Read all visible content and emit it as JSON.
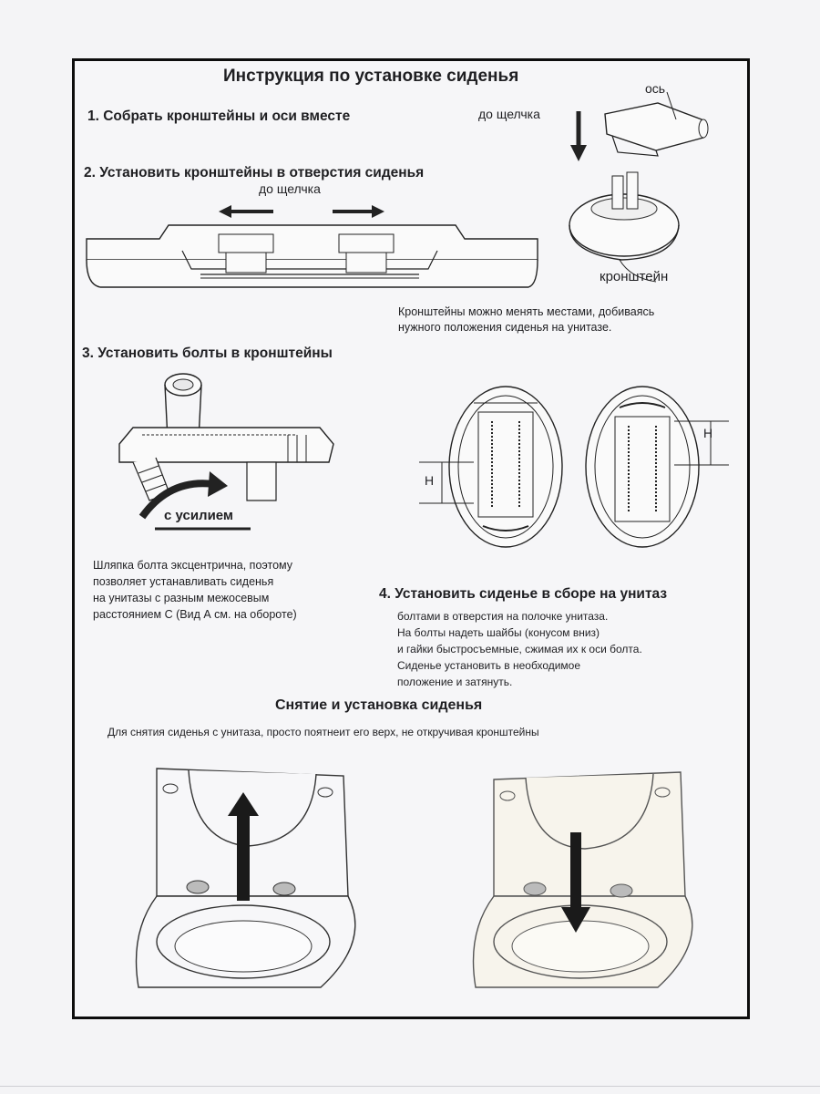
{
  "title": "Инструкция по установке сиденья",
  "steps": {
    "s1": "1. Собрать кронштейны и оси вместе",
    "s2": "2. Установить кронштейны в отверстия сиденья",
    "s3": "3. Установить болты в кронштейны",
    "s4": "4. Установить сиденье в сборе на унитаз"
  },
  "labels": {
    "do_shchelchka_top": "до щелчка",
    "os": "ось",
    "do_shchelchka_mid": "до щелчка",
    "kronshtein": "кронштейн",
    "s_usiliem": "с усилием",
    "h_left": "H",
    "h_right": "H"
  },
  "notes": {
    "swap_line1": "Кронштейны можно менять местами, добиваясь",
    "swap_line2": "нужного положения сиденья на унитазе.",
    "bolt_line1": "Шляпка болта эксцентрична, поэтому",
    "bolt_line2": "позволяет устанавливать сиденья",
    "bolt_line3": "на унитазы с разным межосевым",
    "bolt_line4": "расстоянием С (Вид А см. на обороте)",
    "s4_line1": "болтами в отверстия на полочке унитаза.",
    "s4_line2": "На болты  надеть  шайбы  (конусом вниз)",
    "s4_line3": "и  гайки быстросъемные, сжимая их к оси болта.",
    "s4_line4": "Сиденье установить в необходимое",
    "s4_line5": "положение  и затянуть."
  },
  "removal": {
    "heading": "Снятие и установка сиденья",
    "text": "Для снятия сиденья с унитаза, просто поятнеит его верх, не откручивая кронштейны"
  }
}
